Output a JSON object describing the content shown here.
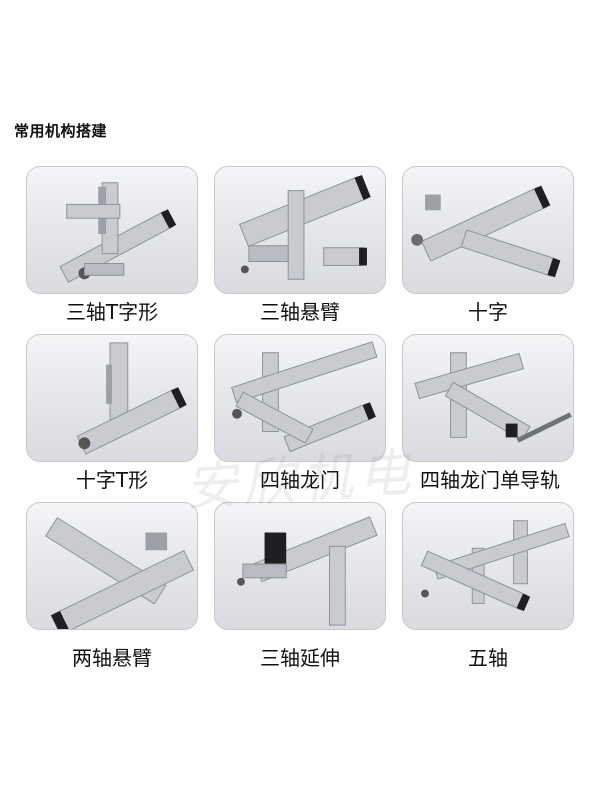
{
  "heading": "常用机构搭建",
  "watermark_text": "安欣机电",
  "colors": {
    "rail": "#c9cbd0",
    "rail_dark": "#8e9198",
    "end_cap": "#1f1f22",
    "card_bg": "#e6e8ec"
  },
  "items": [
    {
      "label": "三轴T字形",
      "icon": "three-axis-t-mechanism"
    },
    {
      "label": "三轴悬臂",
      "icon": "three-axis-cantilever-mechanism"
    },
    {
      "label": "十字",
      "icon": "cross-mechanism"
    },
    {
      "label": "十字T形",
      "icon": "cross-t-mechanism"
    },
    {
      "label": "四轴龙门",
      "icon": "four-axis-gantry-mechanism"
    },
    {
      "label": "四轴龙门单导轨",
      "icon": "four-axis-gantry-single-rail-mechanism"
    },
    {
      "label": "两轴悬臂",
      "icon": "two-axis-cantilever-mechanism"
    },
    {
      "label": "三轴延伸",
      "icon": "three-axis-extension-mechanism"
    },
    {
      "label": "五轴",
      "icon": "five-axis-mechanism"
    }
  ]
}
